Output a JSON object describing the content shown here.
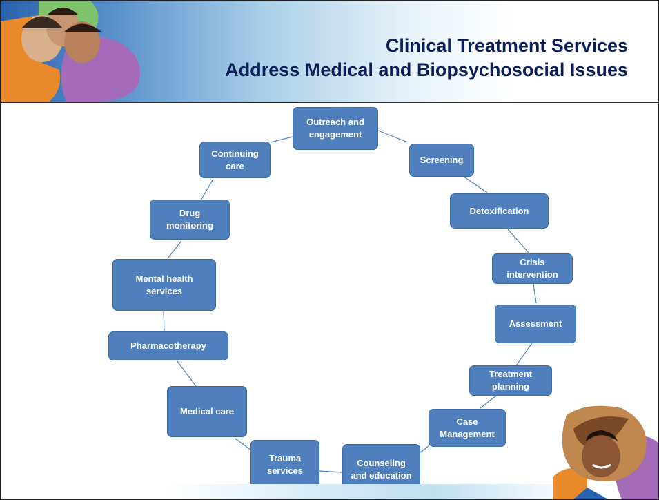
{
  "header": {
    "title_line1": "Clinical Treatment Services",
    "title_line2": "Address Medical and Biopsychosocial Issues"
  },
  "colors": {
    "node_fill": "#4f80bd",
    "node_text": "#ffffff",
    "connector": "#4f80bd",
    "title": "#0b1e57"
  },
  "cycle": {
    "nodes": [
      {
        "id": "outreach",
        "label": "Outreach and\nengagement"
      },
      {
        "id": "screening",
        "label": "Screening"
      },
      {
        "id": "detox",
        "label": "Detoxification"
      },
      {
        "id": "crisis",
        "label": "Crisis\nintervention"
      },
      {
        "id": "assessment",
        "label": "Assessment"
      },
      {
        "id": "treatment-planning",
        "label": "Treatment\nplanning"
      },
      {
        "id": "case-management",
        "label": "Case\nManagement"
      },
      {
        "id": "counseling",
        "label": "Counseling\nand education"
      },
      {
        "id": "trauma",
        "label": "Trauma\nservices"
      },
      {
        "id": "medical-care",
        "label": "Medical care"
      },
      {
        "id": "pharmacotherapy",
        "label": "Pharmacotherapy"
      },
      {
        "id": "mental-health",
        "label": "Mental health\nservices"
      },
      {
        "id": "drug-monitoring",
        "label": "Drug\nmonitoring"
      },
      {
        "id": "continuing-care",
        "label": "Continuing\ncare"
      }
    ]
  },
  "decorations": {
    "top_left": "family-photo-puzzle-icon",
    "bottom_right": "child-photo-puzzle-icon"
  }
}
